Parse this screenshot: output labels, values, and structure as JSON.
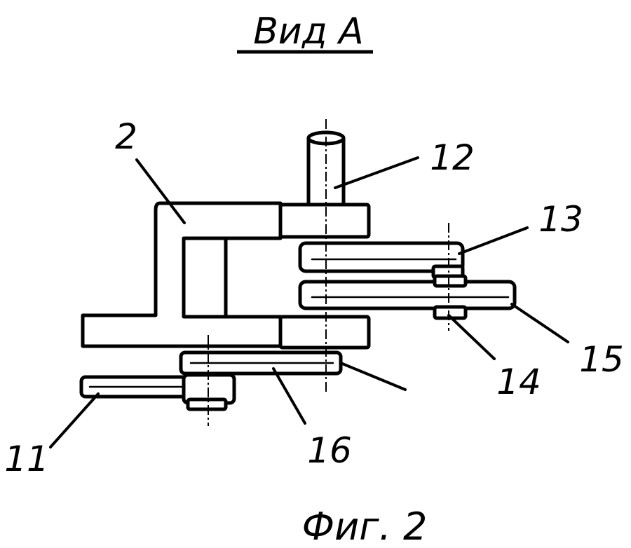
{
  "title": "Вид А",
  "caption": "Фиг. 2",
  "labels": {
    "l2": "2",
    "l11": "11",
    "l12": "12",
    "l13": "13",
    "l14": "14",
    "l15": "15",
    "l16": "16"
  }
}
